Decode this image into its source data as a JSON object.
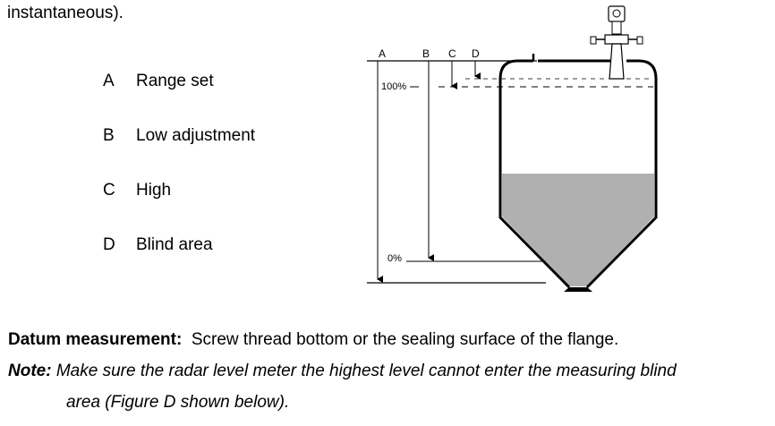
{
  "intro_fragment": "instantaneous).",
  "legend": [
    {
      "key": "A",
      "label": "Range set"
    },
    {
      "key": "B",
      "label": "Low adjustment"
    },
    {
      "key": "C",
      "label": "High"
    },
    {
      "key": "D",
      "label": "Blind area"
    }
  ],
  "diagram": {
    "col_labels": [
      "A",
      "B",
      "C",
      "D"
    ],
    "level_high": "100%",
    "level_low": "0%"
  },
  "datum": {
    "label": "Datum measurement:",
    "text": "Screw thread bottom or the sealing surface of the flange."
  },
  "note": {
    "label": "Note:",
    "line1": "Make sure the radar level meter the highest level cannot enter the measuring blind",
    "line2": "area (Figure D shown below)."
  }
}
